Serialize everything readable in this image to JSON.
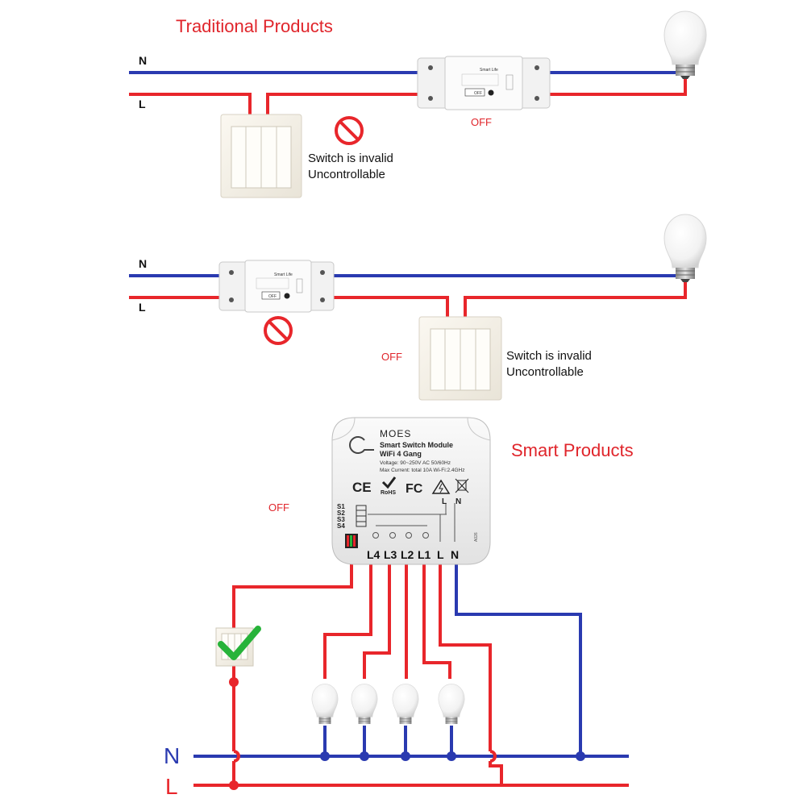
{
  "colors": {
    "red": "#e8262b",
    "blue": "#2a3ab0",
    "title_red": "#e0252b",
    "check_green": "#27b33a"
  },
  "section1": {
    "title": "Traditional Products",
    "n_label": "N",
    "l_label": "L",
    "module_brand": "Smart Life",
    "module_box": "OFF",
    "state": "OFF",
    "msg_line1": "Switch is invalid",
    "msg_line2": "Uncontrollable",
    "prohibited_icon": "no-entry-icon"
  },
  "section2": {
    "n_label": "N",
    "l_label": "L",
    "module_brand": "Smart Life",
    "module_box": "OFF",
    "state": "OFF",
    "msg_line1": "Switch is invalid",
    "msg_line2": "Uncontrollable",
    "prohibited_icon": "no-entry-icon"
  },
  "section3": {
    "title": "Smart Products",
    "state": "OFF",
    "n_label": "N",
    "l_label": "L",
    "check_icon": "checkmark-icon",
    "module": {
      "brand": "MOES",
      "name_line1": "Smart Switch Module",
      "name_line2": "WiFi 4 Gang",
      "voltage": "Voltage: 90~250V AC 50/60Hz",
      "current": "Max Current: total 10A Wi-Fi:2.4GHz",
      "cert_ce": "CE",
      "cert_rohs": "RoHS",
      "cert_fc": "FC",
      "model": "A026",
      "switch_labels": [
        "S1",
        "S2",
        "S3",
        "S4"
      ],
      "inner_terminals": [
        "L",
        "N"
      ],
      "terminals": [
        "L4",
        "L3",
        "L2",
        "L1",
        "L",
        "N"
      ]
    }
  }
}
